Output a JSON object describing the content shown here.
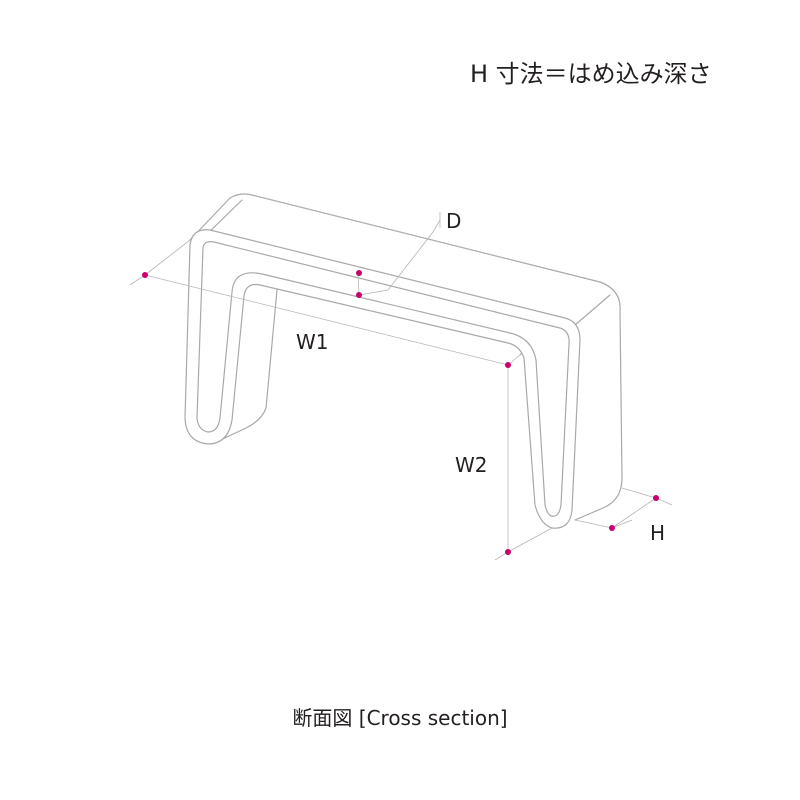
{
  "heading": "H 寸法＝はめ込み深さ",
  "caption": "断面図 [Cross section]",
  "labels": {
    "depth": "D",
    "width1": "W1",
    "width2": "W2",
    "height": "H"
  },
  "colors": {
    "dimension_dot": "#c8006e",
    "outline": "#a9a9a9",
    "text": "#231f20"
  }
}
